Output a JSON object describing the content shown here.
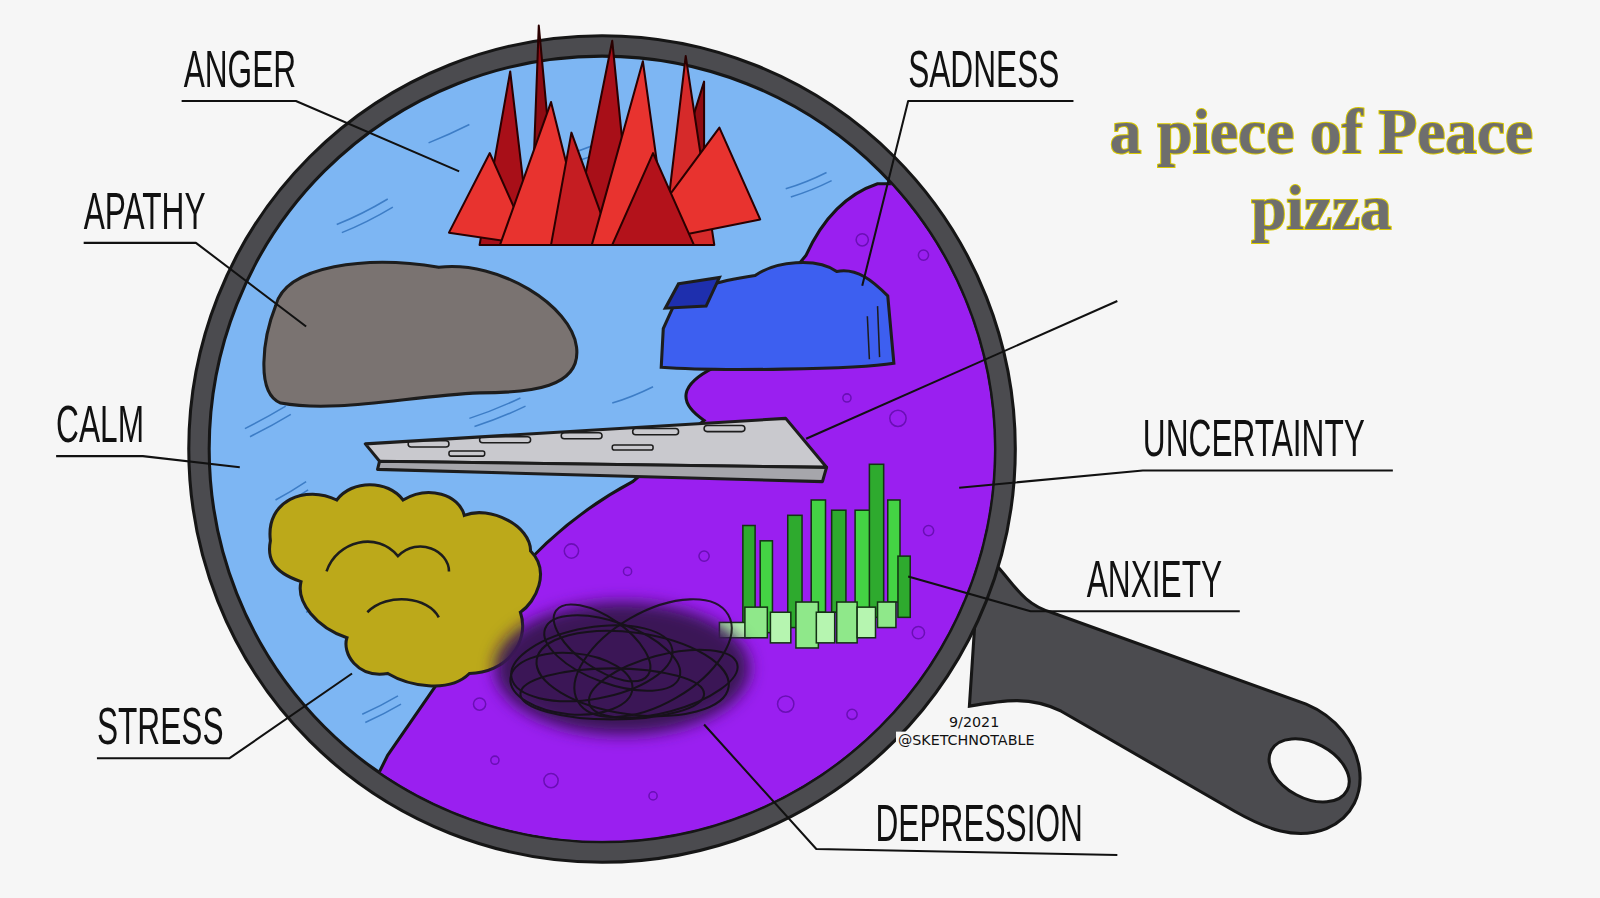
{
  "diagram": {
    "title": "a piece of Peace pizza",
    "labels": [
      "ANGER",
      "APATHY",
      "CALM",
      "STRESS",
      "SADNESS",
      "UNCERTAINTY",
      "ANXIETY",
      "DEPRESSION",
      "9/2021",
      "@SKETCHNOTABLE"
    ]
  }
}
